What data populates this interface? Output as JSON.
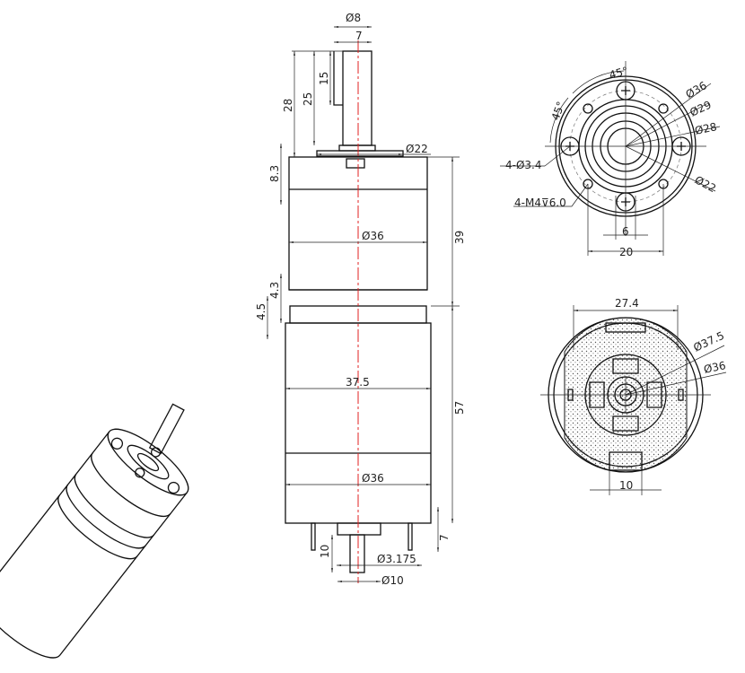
{
  "title": "Planetary gear motor dimension drawing",
  "front_view": {
    "shaft_diameter": "Ø8",
    "shaft_flat": "7",
    "shaft_length_28": "28",
    "shaft_length_25": "25",
    "flat_length": "15",
    "boss_diameter": "Ø22",
    "gearhead_cap": "8.3",
    "gearhead_diameter": "Ø36",
    "gearhead_length": "39",
    "ring_4_3": "4.3",
    "ring_4_5": "4.5",
    "motor_width": "37.5",
    "motor_length": "57",
    "motor_diameter": "Ø36",
    "terminal_length": "7",
    "rear_shaft_length": "10",
    "rear_shaft_diameter": "Ø3.175",
    "rear_boss_diameter": "Ø10"
  },
  "top_view": {
    "angle_1": "45°",
    "angle_2": "45°",
    "d36": "Ø36",
    "d29": "Ø29",
    "d28": "Ø28",
    "holes": "4-Ø3.4",
    "d22": "Ø22",
    "threads": "4-M4⊽6.0",
    "w6": "6",
    "w20": "20"
  },
  "bottom_view": {
    "width": "27.4",
    "d37_5": "Ø37.5",
    "d36": "Ø36",
    "w10": "10"
  }
}
